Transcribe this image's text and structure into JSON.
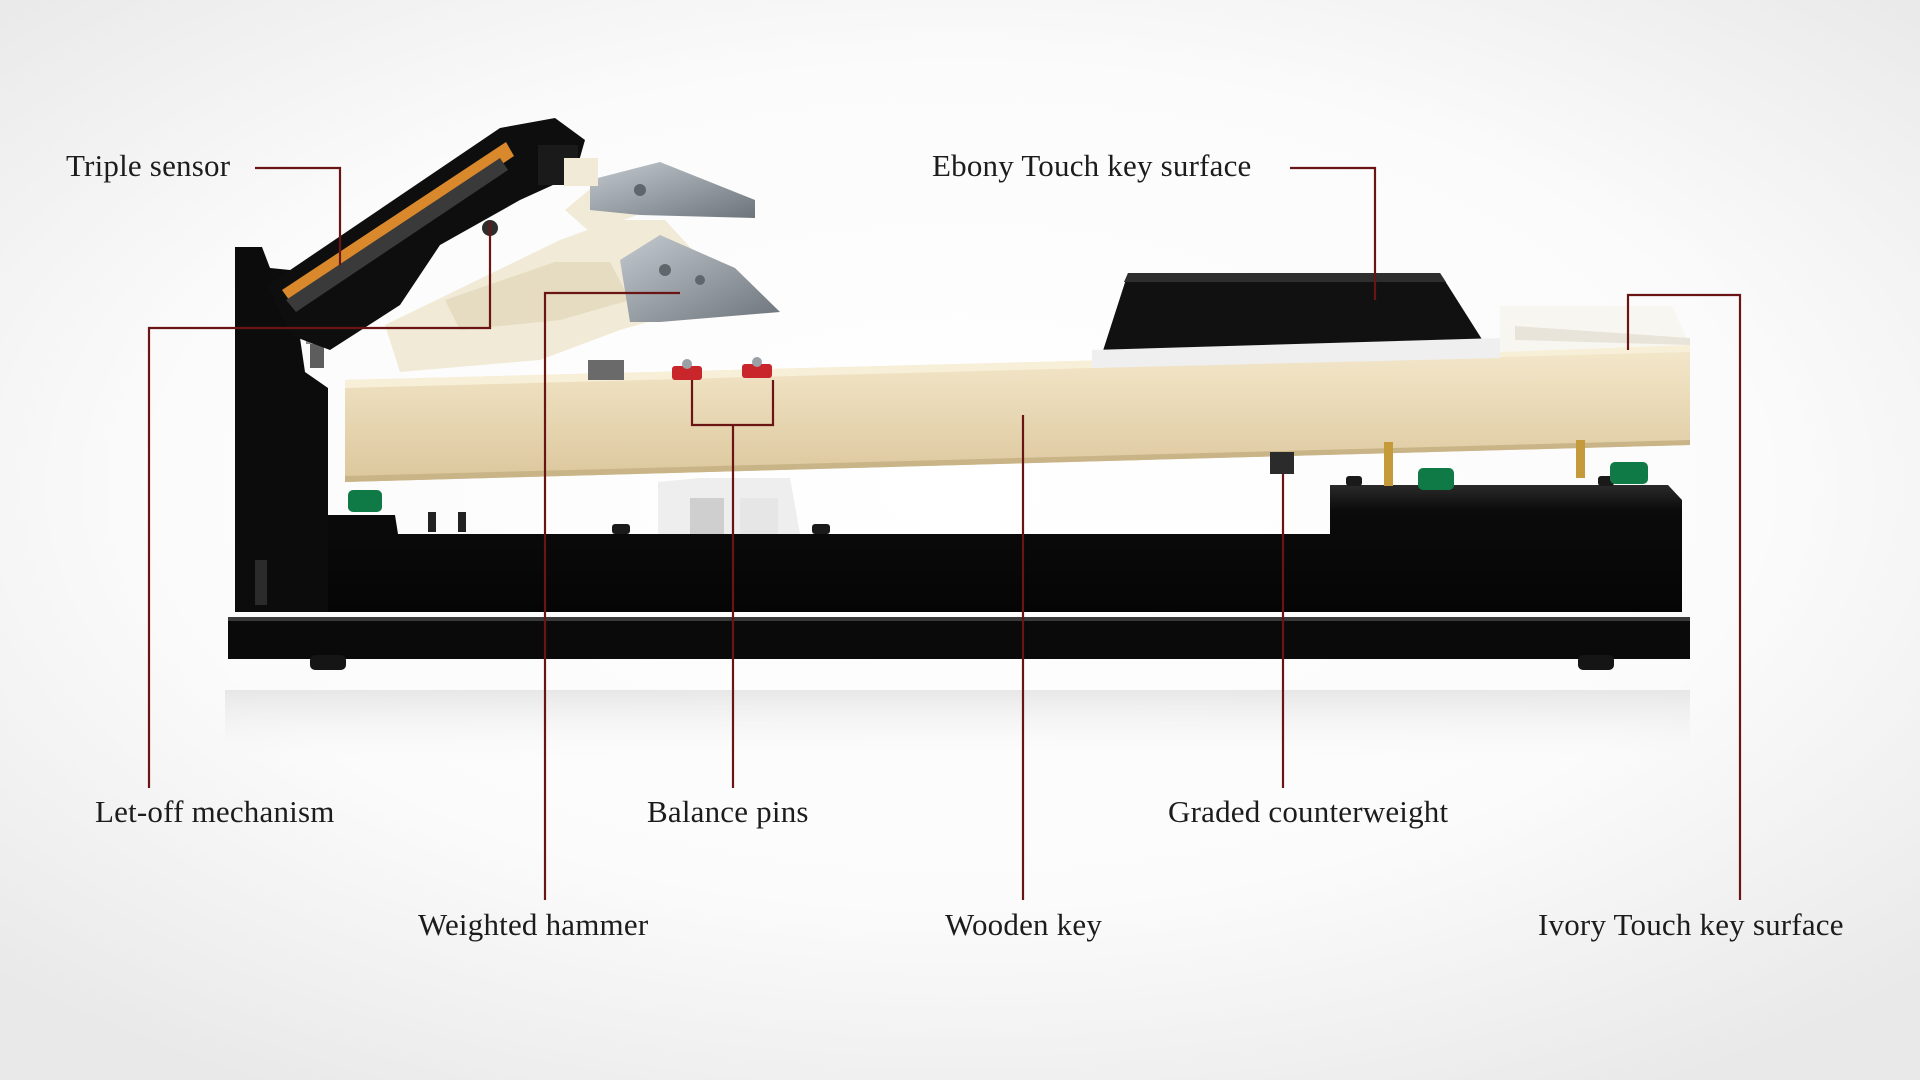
{
  "labels": {
    "triple_sensor": "Triple sensor",
    "ebony_touch": "Ebony Touch key surface",
    "let_off": "Let-off mechanism",
    "balance_pins": "Balance pins",
    "graded_counterweight": "Graded counterweight",
    "weighted_hammer": "Weighted hammer",
    "wooden_key": "Wooden key",
    "ivory_touch": "Ivory Touch key surface"
  },
  "colors": {
    "leader_line": "#6b1414",
    "label_text": "#1c1c1c",
    "wood": "#ecdcb8",
    "frame_black": "#0d0d0d",
    "hammer_plastic": "#f1ead6",
    "hammer_weight": "#8d949a",
    "felt_green": "#0f7a45",
    "sensor_orange": "#d9892c",
    "pin_red": "#c8262a",
    "brass": "#c59a3a"
  }
}
